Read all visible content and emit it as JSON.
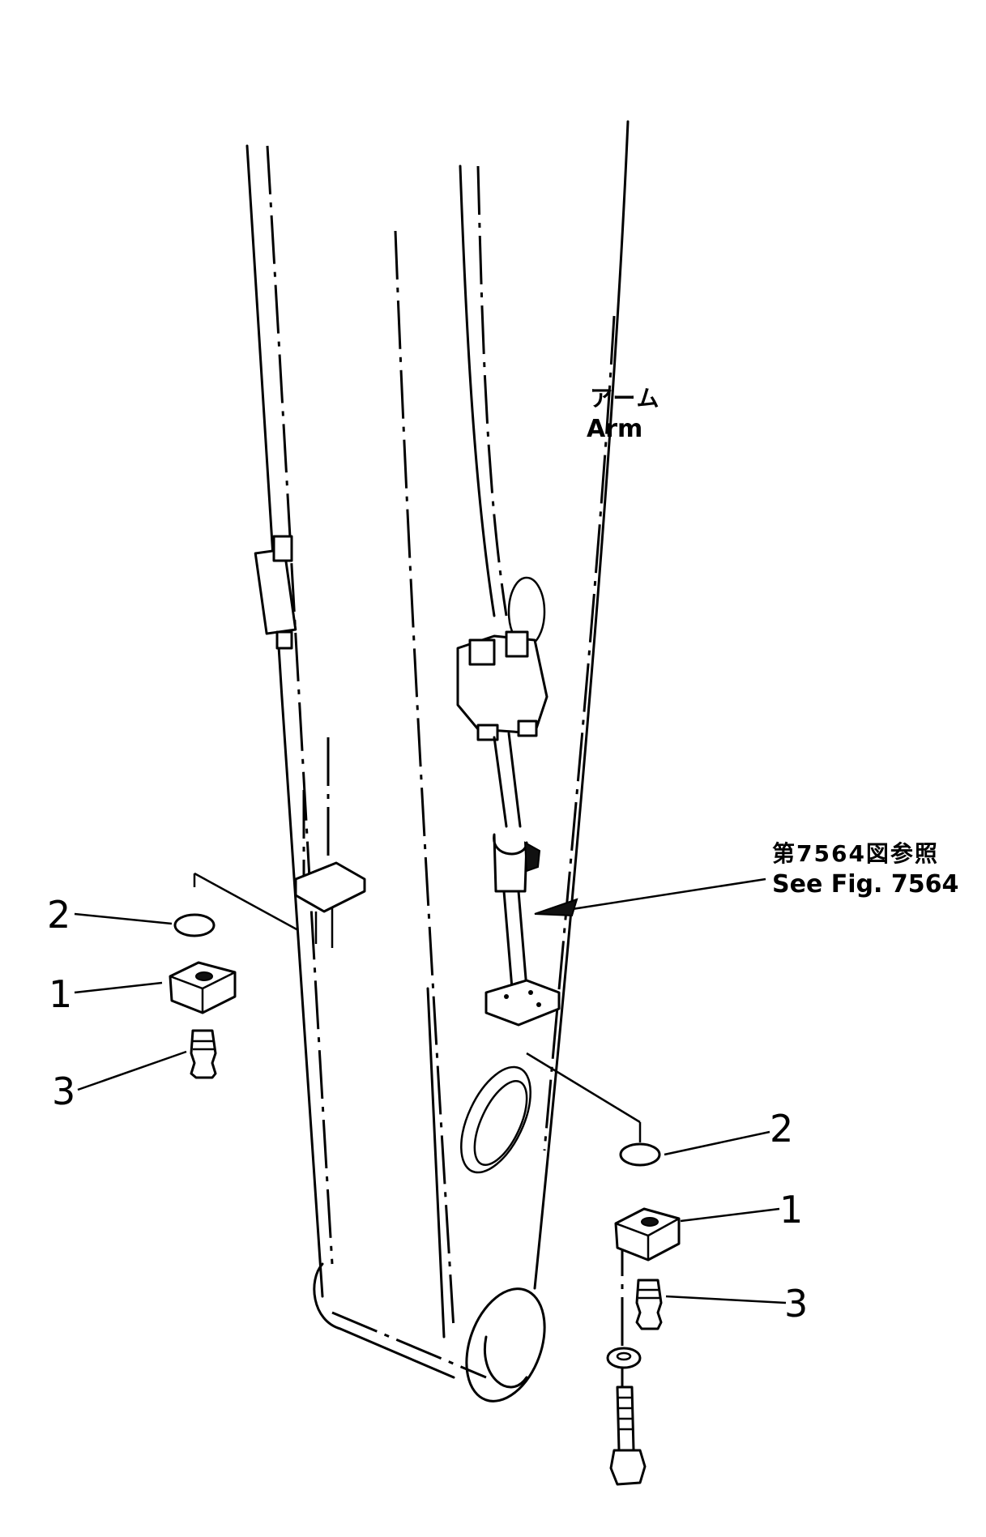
{
  "labels": {
    "arm_jp": "アーム",
    "arm_en": "Arm",
    "see_jp": "第7564図参照",
    "see_en": "See  Fig. 7564"
  },
  "callouts_left": [
    "2",
    "1",
    "3"
  ],
  "callouts_right": [
    "2",
    "1",
    "3"
  ]
}
